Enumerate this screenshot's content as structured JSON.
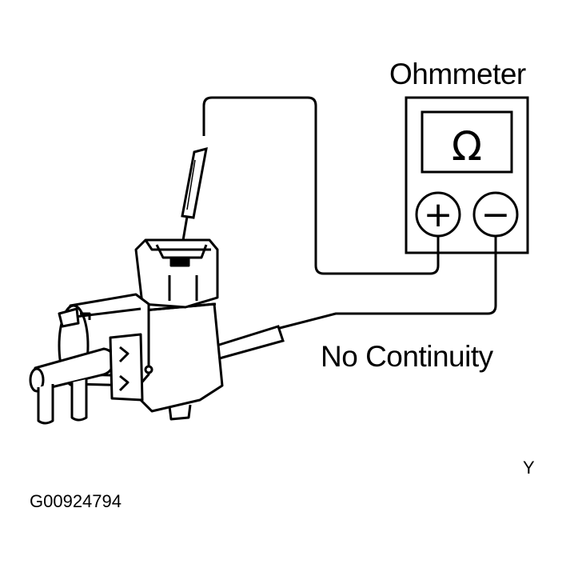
{
  "diagram": {
    "meter_title": "Ohmmeter",
    "meter_symbol": "Ω",
    "terminal_positive": "+",
    "terminal_negative": "−",
    "result": "No Continuity",
    "corner_mark": "Y",
    "figure_code": "G00924794"
  },
  "colors": {
    "ink": "#000000",
    "paper": "#ffffff"
  }
}
